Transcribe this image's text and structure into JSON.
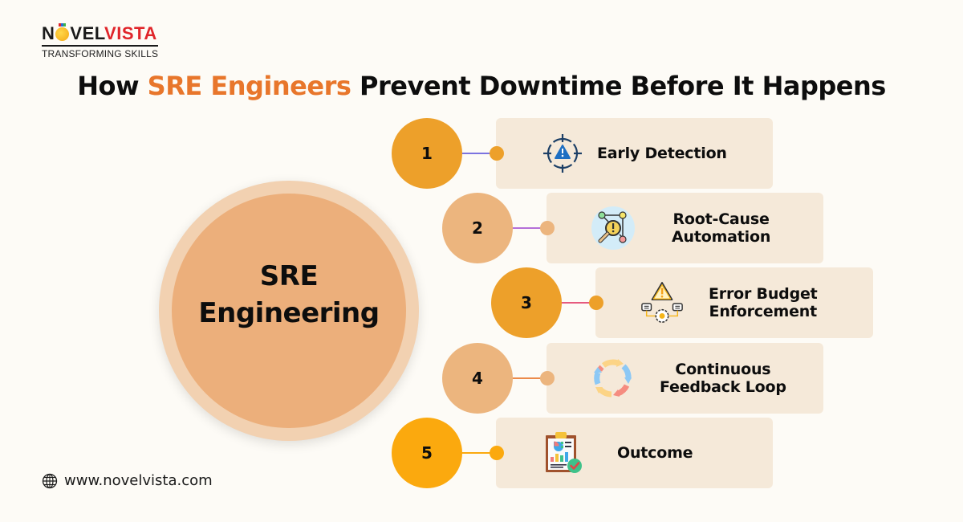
{
  "brand": {
    "logo_part1": "N",
    "logo_part2": "VEL",
    "logo_part3": "VISTA",
    "tagline": "TRANSFORMING SKILLS"
  },
  "title": {
    "prefix": "How ",
    "highlight": "SRE Engineers",
    "suffix": " Prevent Downtime Before It Happens",
    "highlight_color": "#e8762b"
  },
  "hub": {
    "line1": "SRE",
    "line2": "Engineering",
    "outer_color": "#f2d1b1",
    "inner_color": "#ecaf7b"
  },
  "steps": [
    {
      "number": "1",
      "line1": "Early Detection",
      "line2": "",
      "icon": "target-alert-icon",
      "circle_color": "#eda02a",
      "connector_color": "#7b73e0",
      "dot_color": "#eda02a"
    },
    {
      "number": "2",
      "line1": "Root-Cause",
      "line2": "Automation",
      "icon": "magnifier-network-icon",
      "circle_color": "#ecb57e",
      "connector_color": "#b56fd8",
      "dot_color": "#ecb57e"
    },
    {
      "number": "3",
      "line1": "Error Budget",
      "line2": "Enforcement",
      "icon": "warning-gear-icon",
      "circle_color": "#eda02a",
      "connector_color": "#e65a7e",
      "dot_color": "#eda02a"
    },
    {
      "number": "4",
      "line1": "Continuous",
      "line2": "Feedback Loop",
      "icon": "cycle-arrows-icon",
      "circle_color": "#ecb57e",
      "connector_color": "#ec8a4a",
      "dot_color": "#ecb57e"
    },
    {
      "number": "5",
      "line1": "Outcome",
      "line2": "",
      "icon": "report-check-icon",
      "circle_color": "#fba90e",
      "connector_color": "#fba90e",
      "dot_color": "#fba90e"
    }
  ],
  "footer": {
    "website": "www.novelvista.com",
    "icon": "globe-icon"
  }
}
